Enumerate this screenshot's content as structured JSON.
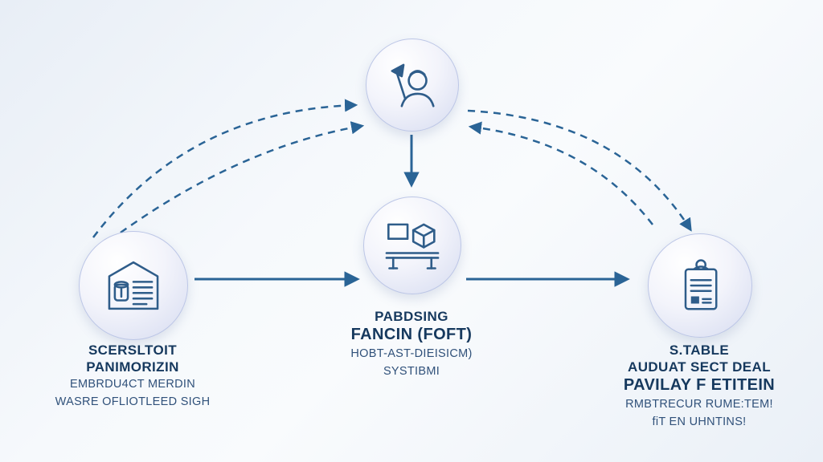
{
  "diagram": {
    "palette": {
      "arrow": "#2a6496",
      "icon_stroke": "#2f5d8a",
      "title_text": "#16395e",
      "sub_text": "#30517a",
      "circle_border": "#bcc6e6",
      "background_from": "#e8eef6",
      "background_to": "#f9fbfd"
    },
    "nodes": {
      "top": {
        "icon": "worker-icon"
      },
      "left": {
        "icon": "warehouse-document-icon",
        "title_lines": [
          "SCERSLTOIT",
          "PANIMORIZIN"
        ],
        "sub_lines": [
          "EMBRDU4CT MERDIN",
          "WASRE OFLIOTLEED SIGH"
        ]
      },
      "center": {
        "icon": "packing-station-icon",
        "title_lines": [
          "PABDSING",
          "FANCIN (FOFT)"
        ],
        "sub_lines": [
          "HOBT-AST-DIEISICM)",
          "SYSTIBMI"
        ]
      },
      "right": {
        "icon": "report-clipboard-icon",
        "title_lines": [
          "S.TABLE",
          "AUDUAT SECT DEAL",
          "PAVILAY F ETITEIN"
        ],
        "sub_lines": [
          "RMBTRECUR RUME:TEM!",
          "fiT EN UHNTINS!"
        ]
      }
    },
    "connections": {
      "solid": [
        "top-to-center",
        "left-to-center",
        "center-to-right"
      ],
      "dashed": [
        "left-to-top",
        "left-to-top-inner",
        "top-to-right",
        "right-to-top-inner"
      ]
    }
  }
}
